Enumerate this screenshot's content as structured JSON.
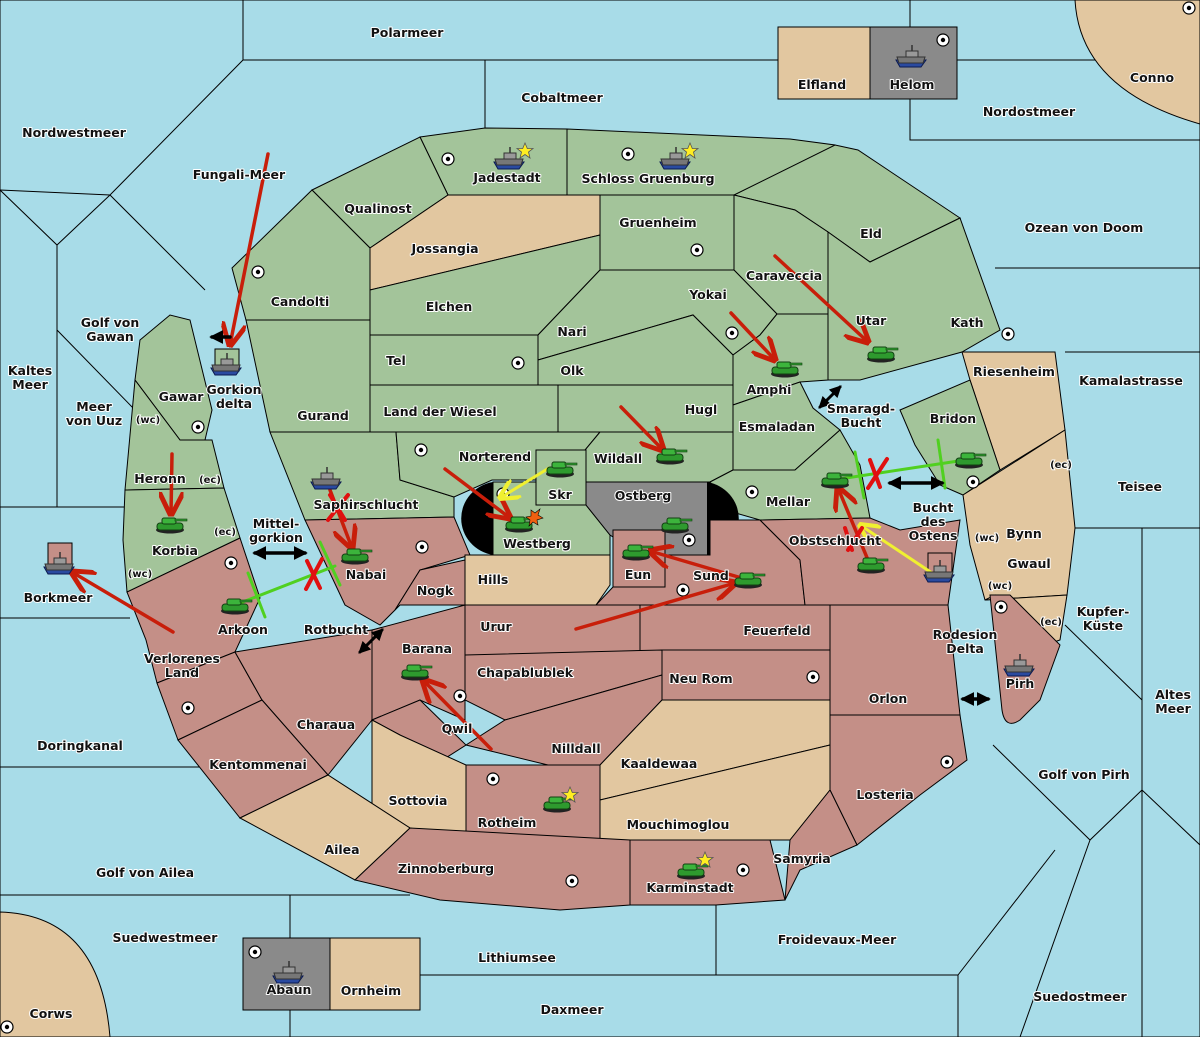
{
  "map": {
    "colors": {
      "sea": "#a8dce8",
      "power_green": "#a3c49a",
      "power_red": "#c48f87",
      "neutral": "#e2c7a0",
      "impassable_grey": "#8a8a8a",
      "move_order": "#c81e0a",
      "support_order": "#f0f030",
      "convoy_cut": "#50d020",
      "failed_marker": "#e01010"
    },
    "seas": [
      {
        "id": "polarmeer",
        "name": "Polarmeer"
      },
      {
        "id": "cobaltmeer",
        "name": "Cobaltmeer"
      },
      {
        "id": "nordwestmeer",
        "name": "Nordwestmeer"
      },
      {
        "id": "fungali-meer",
        "name": "Fungali-Meer"
      },
      {
        "id": "nordostmeer",
        "name": "Nordostmeer"
      },
      {
        "id": "ozean-von-doom",
        "name": "Ozean von Doom"
      },
      {
        "id": "golf-von-gawan",
        "name": "Golf von Gawan"
      },
      {
        "id": "kaltes-meer",
        "name": "Kaltes Meer"
      },
      {
        "id": "meer-von-uuz",
        "name": "Meer von Uuz"
      },
      {
        "id": "gorkion-delta",
        "name": "Gorkion delta"
      },
      {
        "id": "kamalastrasse",
        "name": "Kamalastrasse"
      },
      {
        "id": "smaragd-bucht",
        "name": "Smaragd-Bucht"
      },
      {
        "id": "teisee",
        "name": "Teisee"
      },
      {
        "id": "mittel-gorkion",
        "name": "Mittel-gorkion"
      },
      {
        "id": "borkmeer",
        "name": "Borkmeer"
      },
      {
        "id": "bucht-des-ostens",
        "name": "Bucht des Ostens"
      },
      {
        "id": "kupfer-kueste",
        "name": "Kupfer-Küste"
      },
      {
        "id": "rotbucht",
        "name": "Rotbucht"
      },
      {
        "id": "rodesion-delta",
        "name": "Rodesion Delta"
      },
      {
        "id": "altes-meer",
        "name": "Altes Meer"
      },
      {
        "id": "doringkanal",
        "name": "Doringkanal"
      },
      {
        "id": "golf-von-pirh",
        "name": "Golf von Pirh"
      },
      {
        "id": "golf-von-ailea",
        "name": "Golf von Ailea"
      },
      {
        "id": "suedwestmeer",
        "name": "Suedwestmeer"
      },
      {
        "id": "froidevaux-meer",
        "name": "Froidevaux-Meer"
      },
      {
        "id": "lithiumsee",
        "name": "Lithiumsee"
      },
      {
        "id": "daxmeer",
        "name": "Daxmeer"
      },
      {
        "id": "suedostmeer",
        "name": "Suedostmeer"
      }
    ],
    "territories": [
      {
        "name": "Elfland",
        "owner": "neutral"
      },
      {
        "name": "Helom",
        "owner": "grey"
      },
      {
        "name": "Conno",
        "owner": "neutral"
      },
      {
        "name": "Jadestadt",
        "owner": "green"
      },
      {
        "name": "Schloss Gruenburg",
        "owner": "green"
      },
      {
        "name": "Qualinost",
        "owner": "green"
      },
      {
        "name": "Jossangia",
        "owner": "neutral"
      },
      {
        "name": "Gruenheim",
        "owner": "green"
      },
      {
        "name": "Eld",
        "owner": "green"
      },
      {
        "name": "Candolti",
        "owner": "green"
      },
      {
        "name": "Caraveccia",
        "owner": "green"
      },
      {
        "name": "Elchen",
        "owner": "green"
      },
      {
        "name": "Yokai",
        "owner": "green"
      },
      {
        "name": "Nari",
        "owner": "green"
      },
      {
        "name": "Utar",
        "owner": "green"
      },
      {
        "name": "Kath",
        "owner": "green"
      },
      {
        "name": "Tel",
        "owner": "green"
      },
      {
        "name": "Olk",
        "owner": "green"
      },
      {
        "name": "Amphi",
        "owner": "green"
      },
      {
        "name": "Riesenheim",
        "owner": "neutral"
      },
      {
        "name": "Gawar",
        "owner": "green"
      },
      {
        "name": "Gurand",
        "owner": "green"
      },
      {
        "name": "Land der Wiesel",
        "owner": "green"
      },
      {
        "name": "Hugl",
        "owner": "green"
      },
      {
        "name": "Esmaladan",
        "owner": "green"
      },
      {
        "name": "Bridon",
        "owner": "green"
      },
      {
        "name": "Norterend",
        "owner": "green"
      },
      {
        "name": "Wildall",
        "owner": "green"
      },
      {
        "name": "Skr",
        "owner": "green"
      },
      {
        "name": "Heronn",
        "owner": "green"
      },
      {
        "name": "Ostberg",
        "owner": "grey"
      },
      {
        "name": "Mellar",
        "owner": "green"
      },
      {
        "name": "Saphirschlucht",
        "owner": "green"
      },
      {
        "name": "Westberg",
        "owner": "green"
      },
      {
        "name": "Korbia",
        "owner": "green"
      },
      {
        "name": "Obstschlucht",
        "owner": "red"
      },
      {
        "name": "Bynn",
        "owner": "neutral"
      },
      {
        "name": "Nabai",
        "owner": "red"
      },
      {
        "name": "Hills",
        "owner": "neutral"
      },
      {
        "name": "Gwaul",
        "owner": "neutral"
      },
      {
        "name": "Eun",
        "owner": "red"
      },
      {
        "name": "Sund",
        "owner": "red"
      },
      {
        "name": "Nogk",
        "owner": "red"
      },
      {
        "name": "Arkoon",
        "owner": "red"
      },
      {
        "name": "Urur",
        "owner": "red"
      },
      {
        "name": "Feuerfeld",
        "owner": "red"
      },
      {
        "name": "Barana",
        "owner": "red"
      },
      {
        "name": "Verlorenes Land",
        "owner": "red"
      },
      {
        "name": "Chapablublek",
        "owner": "red"
      },
      {
        "name": "Neu Rom",
        "owner": "red"
      },
      {
        "name": "Orlon",
        "owner": "red"
      },
      {
        "name": "Pirh",
        "owner": "red"
      },
      {
        "name": "Charaua",
        "owner": "red"
      },
      {
        "name": "Qwil",
        "owner": "red"
      },
      {
        "name": "Nilldall",
        "owner": "red"
      },
      {
        "name": "Kentommenai",
        "owner": "red"
      },
      {
        "name": "Kaaldewaa",
        "owner": "neutral"
      },
      {
        "name": "Losteria",
        "owner": "red"
      },
      {
        "name": "Sottovia",
        "owner": "neutral"
      },
      {
        "name": "Rotheim",
        "owner": "red"
      },
      {
        "name": "Mouchimoglou",
        "owner": "neutral"
      },
      {
        "name": "Ailea",
        "owner": "neutral"
      },
      {
        "name": "Samyria",
        "owner": "red"
      },
      {
        "name": "Zinnoberburg",
        "owner": "red"
      },
      {
        "name": "Karminstadt",
        "owner": "red"
      },
      {
        "name": "Corws",
        "owner": "neutral"
      },
      {
        "name": "Abaun",
        "owner": "grey"
      },
      {
        "name": "Ornheim",
        "owner": "neutral"
      }
    ],
    "coast_labels": {
      "wc": "(wc)",
      "ec": "(ec)"
    },
    "units": [
      {
        "type": "fleet",
        "location": "Jadestadt",
        "power": "green",
        "home_star": true
      },
      {
        "type": "fleet",
        "location": "Schloss Gruenburg",
        "power": "green",
        "home_star": true
      },
      {
        "type": "fleet",
        "location": "Helom",
        "power": "grey"
      },
      {
        "type": "fleet",
        "location": "Gorkion delta",
        "power": "green"
      },
      {
        "type": "army",
        "location": "Amphi",
        "power": "green"
      },
      {
        "type": "army",
        "location": "Utar",
        "power": "green"
      },
      {
        "type": "army",
        "location": "Wildall",
        "power": "green"
      },
      {
        "type": "army",
        "location": "Skr",
        "power": "green"
      },
      {
        "type": "army",
        "location": "Westberg",
        "power": "green",
        "dislodged_marker": true
      },
      {
        "type": "army",
        "location": "Korbia",
        "power": "green"
      },
      {
        "type": "fleet",
        "location": "Saphirschlucht",
        "power": "green"
      },
      {
        "type": "army",
        "location": "Mellar",
        "power": "green"
      },
      {
        "type": "army",
        "location": "Bridon",
        "power": "green"
      },
      {
        "type": "fleet",
        "location": "Borkmeer",
        "power": "red"
      },
      {
        "type": "army",
        "location": "Nabai",
        "power": "red"
      },
      {
        "type": "army",
        "location": "Arkoon",
        "power": "red"
      },
      {
        "type": "army",
        "location": "Ostberg",
        "power": "red"
      },
      {
        "type": "army",
        "location": "Eun",
        "power": "red"
      },
      {
        "type": "army",
        "location": "Sund",
        "power": "red"
      },
      {
        "type": "army",
        "location": "Obstschlucht",
        "power": "red"
      },
      {
        "type": "fleet",
        "location": "Bucht des Ostens",
        "power": "red"
      },
      {
        "type": "fleet",
        "location": "Pirh",
        "power": "red"
      },
      {
        "type": "army",
        "location": "Barana",
        "power": "red"
      },
      {
        "type": "army",
        "location": "Rotheim",
        "power": "red",
        "home_star": true
      },
      {
        "type": "army",
        "location": "Karminstadt",
        "power": "red",
        "home_star": true
      },
      {
        "type": "fleet",
        "location": "Abaun",
        "power": "grey"
      }
    ]
  }
}
